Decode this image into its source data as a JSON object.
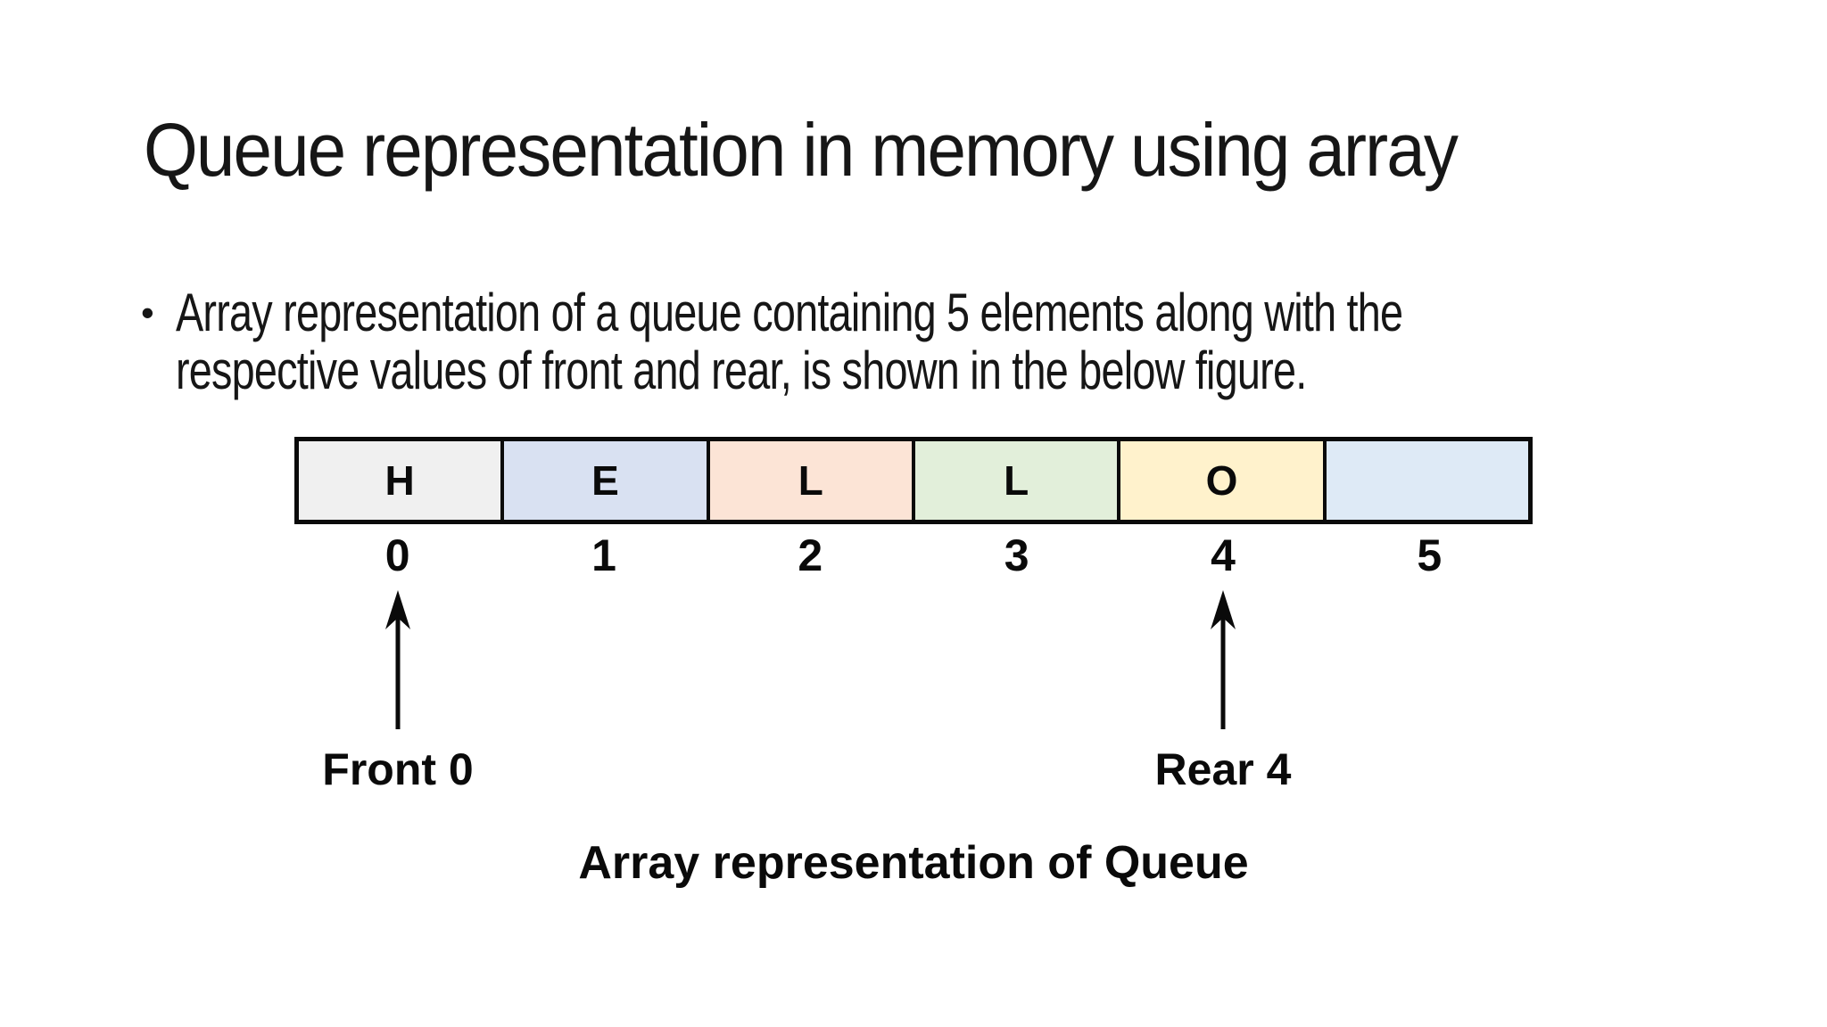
{
  "slide": {
    "title": "Queue representation in memory using array"
  },
  "bullet": {
    "marker": "•",
    "lines": [
      "Array representation of a queue containing 5 elements along with the",
      "respective values of front and rear, is shown in the below figure."
    ]
  },
  "diagram": {
    "cells": [
      {
        "letter": "H",
        "index": "0",
        "color": "#F0F0F0"
      },
      {
        "letter": "E",
        "index": "1",
        "color": "#D9E1F2"
      },
      {
        "letter": "L",
        "index": "2",
        "color": "#FCE4D6"
      },
      {
        "letter": "L",
        "index": "3",
        "color": "#E2EFDA"
      },
      {
        "letter": "O",
        "index": "4",
        "color": "#FFF2CC"
      },
      {
        "letter": "",
        "index": "5",
        "color": "#DEEAF6"
      }
    ],
    "border_color": "#0A0A0A",
    "pointers": [
      {
        "label": "Front 0",
        "cell_index": 0
      },
      {
        "label": "Rear 4",
        "cell_index": 4
      }
    ],
    "caption": "Array representation of Queue"
  }
}
